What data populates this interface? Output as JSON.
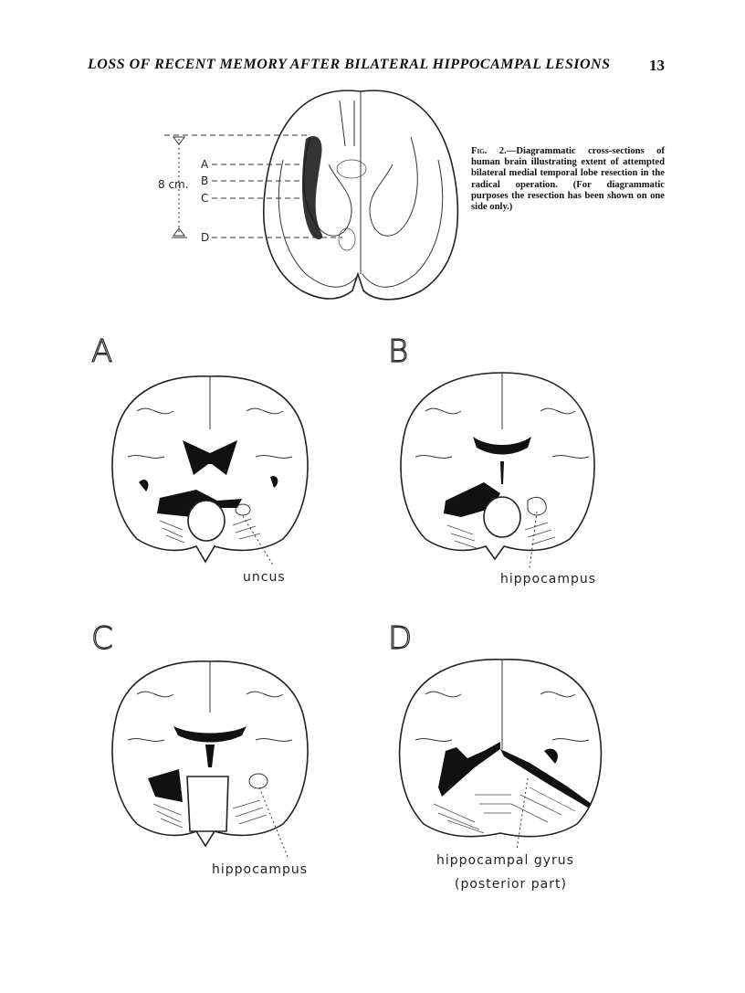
{
  "header": {
    "running_title": "LOSS OF RECENT MEMORY AFTER BILATERAL HIPPOCAMPAL LESIONS",
    "page_number": "13"
  },
  "caption": {
    "label": "Fig. 2.",
    "text": "—Diagrammatic cross-sections of human brain illustrating extent of attempted bilateral medial temporal lobe resection in the radical operation. (For diagrammatic purposes the resection has been shown on one side only.)"
  },
  "top_figure": {
    "scale_label": "8 cm.",
    "level_labels": [
      "A",
      "B",
      "C",
      "D"
    ]
  },
  "panels": [
    {
      "letter": "A",
      "annotation": "uncus"
    },
    {
      "letter": "B",
      "annotation": "hippocampus"
    },
    {
      "letter": "C",
      "annotation": "hippocampus"
    },
    {
      "letter": "D",
      "annotation": "hippocampal gyrus",
      "annotation_line2": "(posterior part)"
    }
  ]
}
